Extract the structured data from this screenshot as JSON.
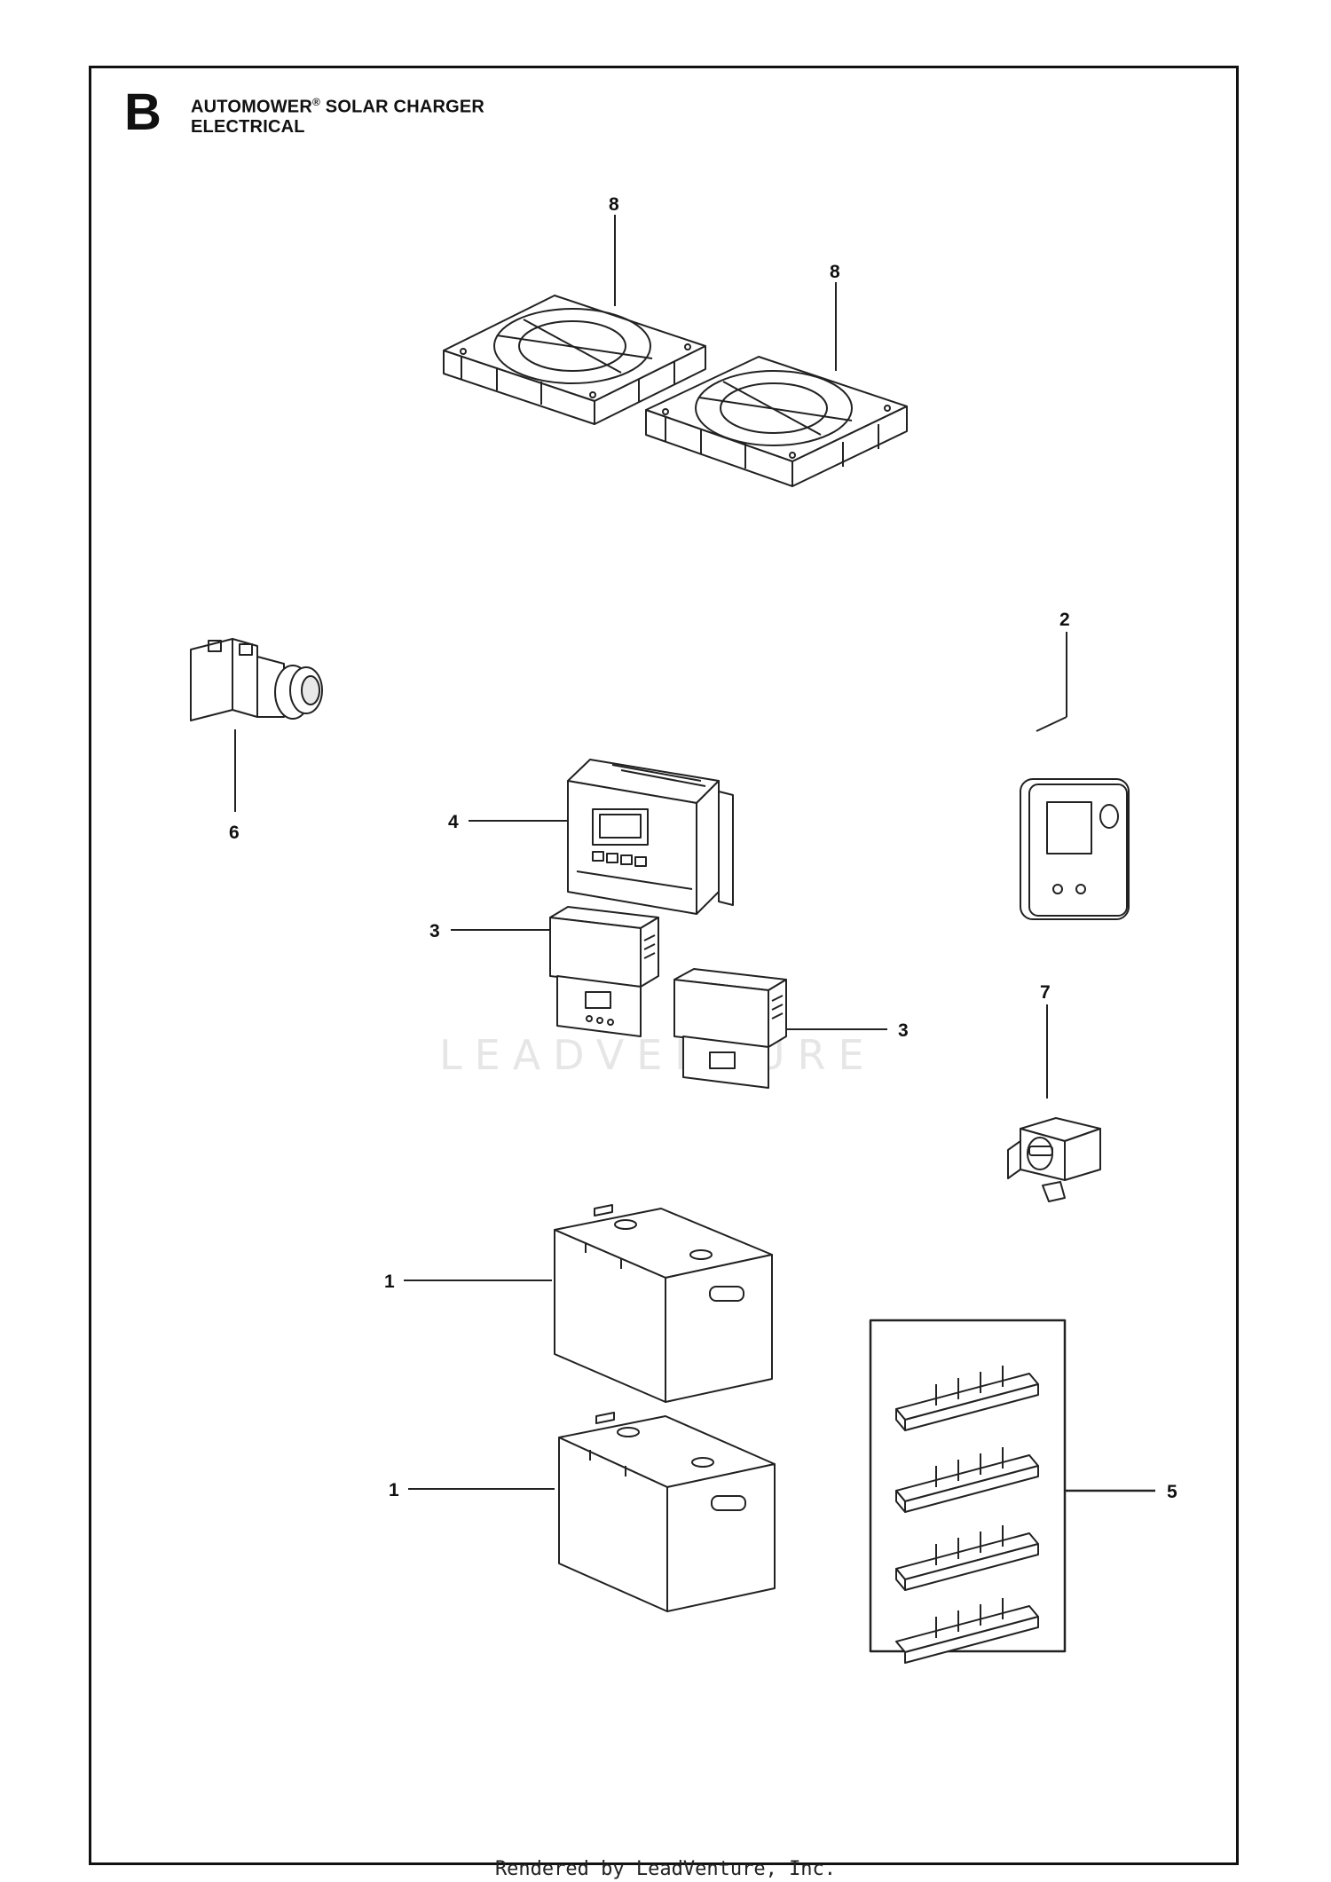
{
  "header": {
    "section_letter": "B",
    "title_line1_brand": "AUTOMOWER",
    "title_line1_mark": "®",
    "title_line1_rest": " SOLAR CHARGER",
    "title_line2": "ELECTRICAL"
  },
  "callouts": {
    "fan_a": "8",
    "fan_b": "8",
    "display": "2",
    "switch": "6",
    "controller": "4",
    "charger_a": "3",
    "charger_b": "3",
    "breaker": "7",
    "battery_a": "1",
    "battery_b": "1",
    "busbars": "5"
  },
  "watermark": "LEADVENTURE",
  "footer": "Rendered by LeadVenture, Inc."
}
